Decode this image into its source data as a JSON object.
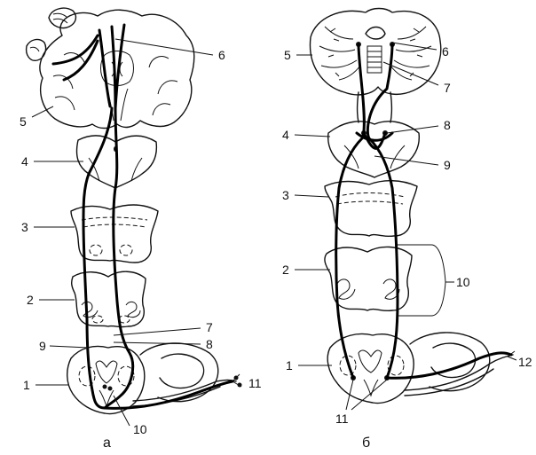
{
  "figure": {
    "panel_a": {
      "caption": "а",
      "labels": [
        "1",
        "2",
        "3",
        "4",
        "5",
        "6",
        "7",
        "8",
        "9",
        "10",
        "11"
      ]
    },
    "panel_b": {
      "caption": "б",
      "labels": [
        "1",
        "2",
        "3",
        "4",
        "5",
        "6",
        "7",
        "8",
        "9",
        "10",
        "11",
        "12"
      ]
    }
  },
  "colors": {
    "ink": "#111111",
    "background": "#ffffff"
  }
}
